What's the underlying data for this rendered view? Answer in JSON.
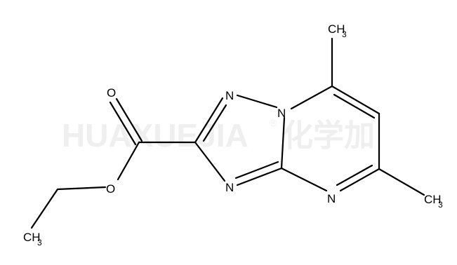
{
  "watermark": {
    "latin": "HUAXUEJIA",
    "registered": "®",
    "chinese": "化学加"
  },
  "atoms": {
    "n1": "N",
    "n2": "N",
    "n_bottom_ring": "N",
    "n_pyrimidine": "N",
    "o_carbonyl": "O",
    "o_ester": "O",
    "ch3_top": {
      "main": "CH",
      "sub": "3"
    },
    "ch3_right": {
      "main": "CH",
      "sub": "3"
    },
    "ch3_ethyl": {
      "main": "CH",
      "sub": "3"
    }
  }
}
